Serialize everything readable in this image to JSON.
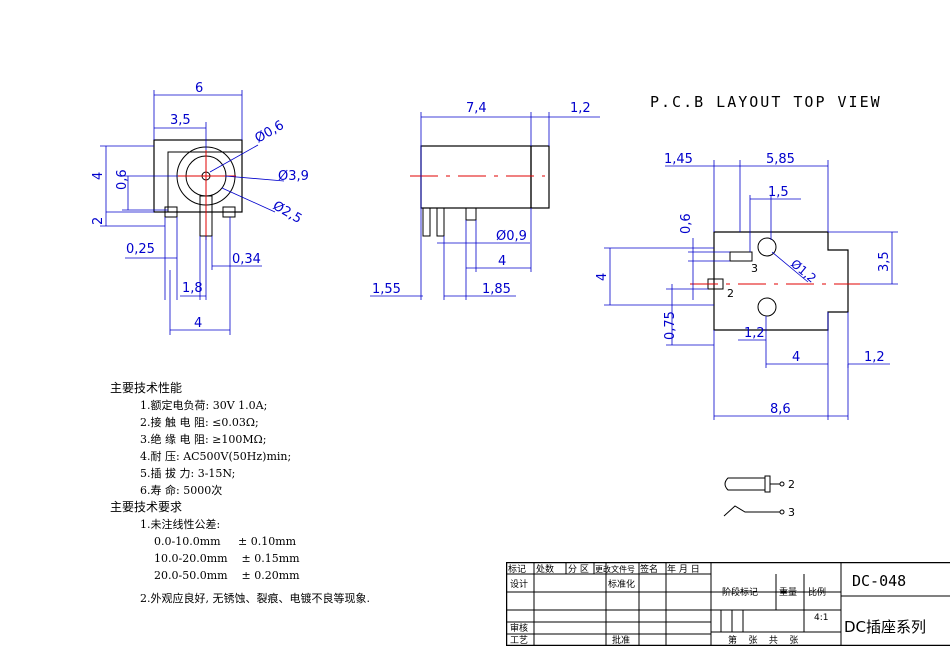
{
  "pcb_title": "P.C.B LAYOUT  TOP  VIEW",
  "front_view": {
    "dims": [
      "6",
      "3,5",
      "4",
      "0,6",
      "2",
      "0,25",
      "1,8",
      "0,34",
      "4"
    ],
    "diameters": [
      "Ø0,6",
      "Ø3,9",
      "Ø2,5"
    ]
  },
  "side_view": {
    "dims": [
      "7,4",
      "1,2",
      "Ø0,9",
      "4",
      "1,55",
      "1,85"
    ]
  },
  "pcb_view": {
    "dims": [
      "1,45",
      "5,85",
      "1,5",
      "0,6",
      "3,5",
      "4",
      "0,75",
      "1,2",
      "4",
      "1,2",
      "8,6"
    ],
    "diameter": "Ø1,2",
    "pins": [
      "3",
      "2"
    ]
  },
  "schematic_pins": [
    "2",
    "3"
  ],
  "notes": {
    "heading1": "主要技术性能",
    "perf": [
      "1.额定电负荷:  30V 1.0A;",
      "2.接 触 电 阻: ≤0.03Ω;",
      "3.绝 缘 电 阻: ≥100MΩ;",
      "4.耐        压: AC500V(50Hz)min;",
      "5.插   拔   力: 3-15N;",
      "6.寿        命: 5000次"
    ],
    "heading2": "主要技术要求",
    "req1": "1.未注线性公差:",
    "tolerances": [
      "0.0-10.0mm     ± 0.10mm",
      "10.0-20.0mm    ± 0.15mm",
      "20.0-50.0mm    ± 0.20mm"
    ],
    "req2": "2.外观应良好, 无锈蚀、裂痕、电镀不良等现象."
  },
  "title_block": {
    "h_biaoji": "标记",
    "h_chushu": "处数",
    "h_fenqu": "分  区",
    "h_genggai": "更改文件号",
    "h_qianming": "签名",
    "h_date": "年 月 日",
    "design": "设计",
    "standard": "标准化",
    "stage": "阶段标记",
    "weight": "重量",
    "scale_label": "比例",
    "scale": "4:1",
    "review": "审核",
    "craft": "工艺",
    "approve": "批准",
    "sheet": "第    张    共    张",
    "part_no": "DC-048",
    "part_name": "DC插座系列"
  },
  "colors": {
    "dimension": "#0000cc",
    "centerline": "#e00000",
    "outline": "#000000"
  }
}
